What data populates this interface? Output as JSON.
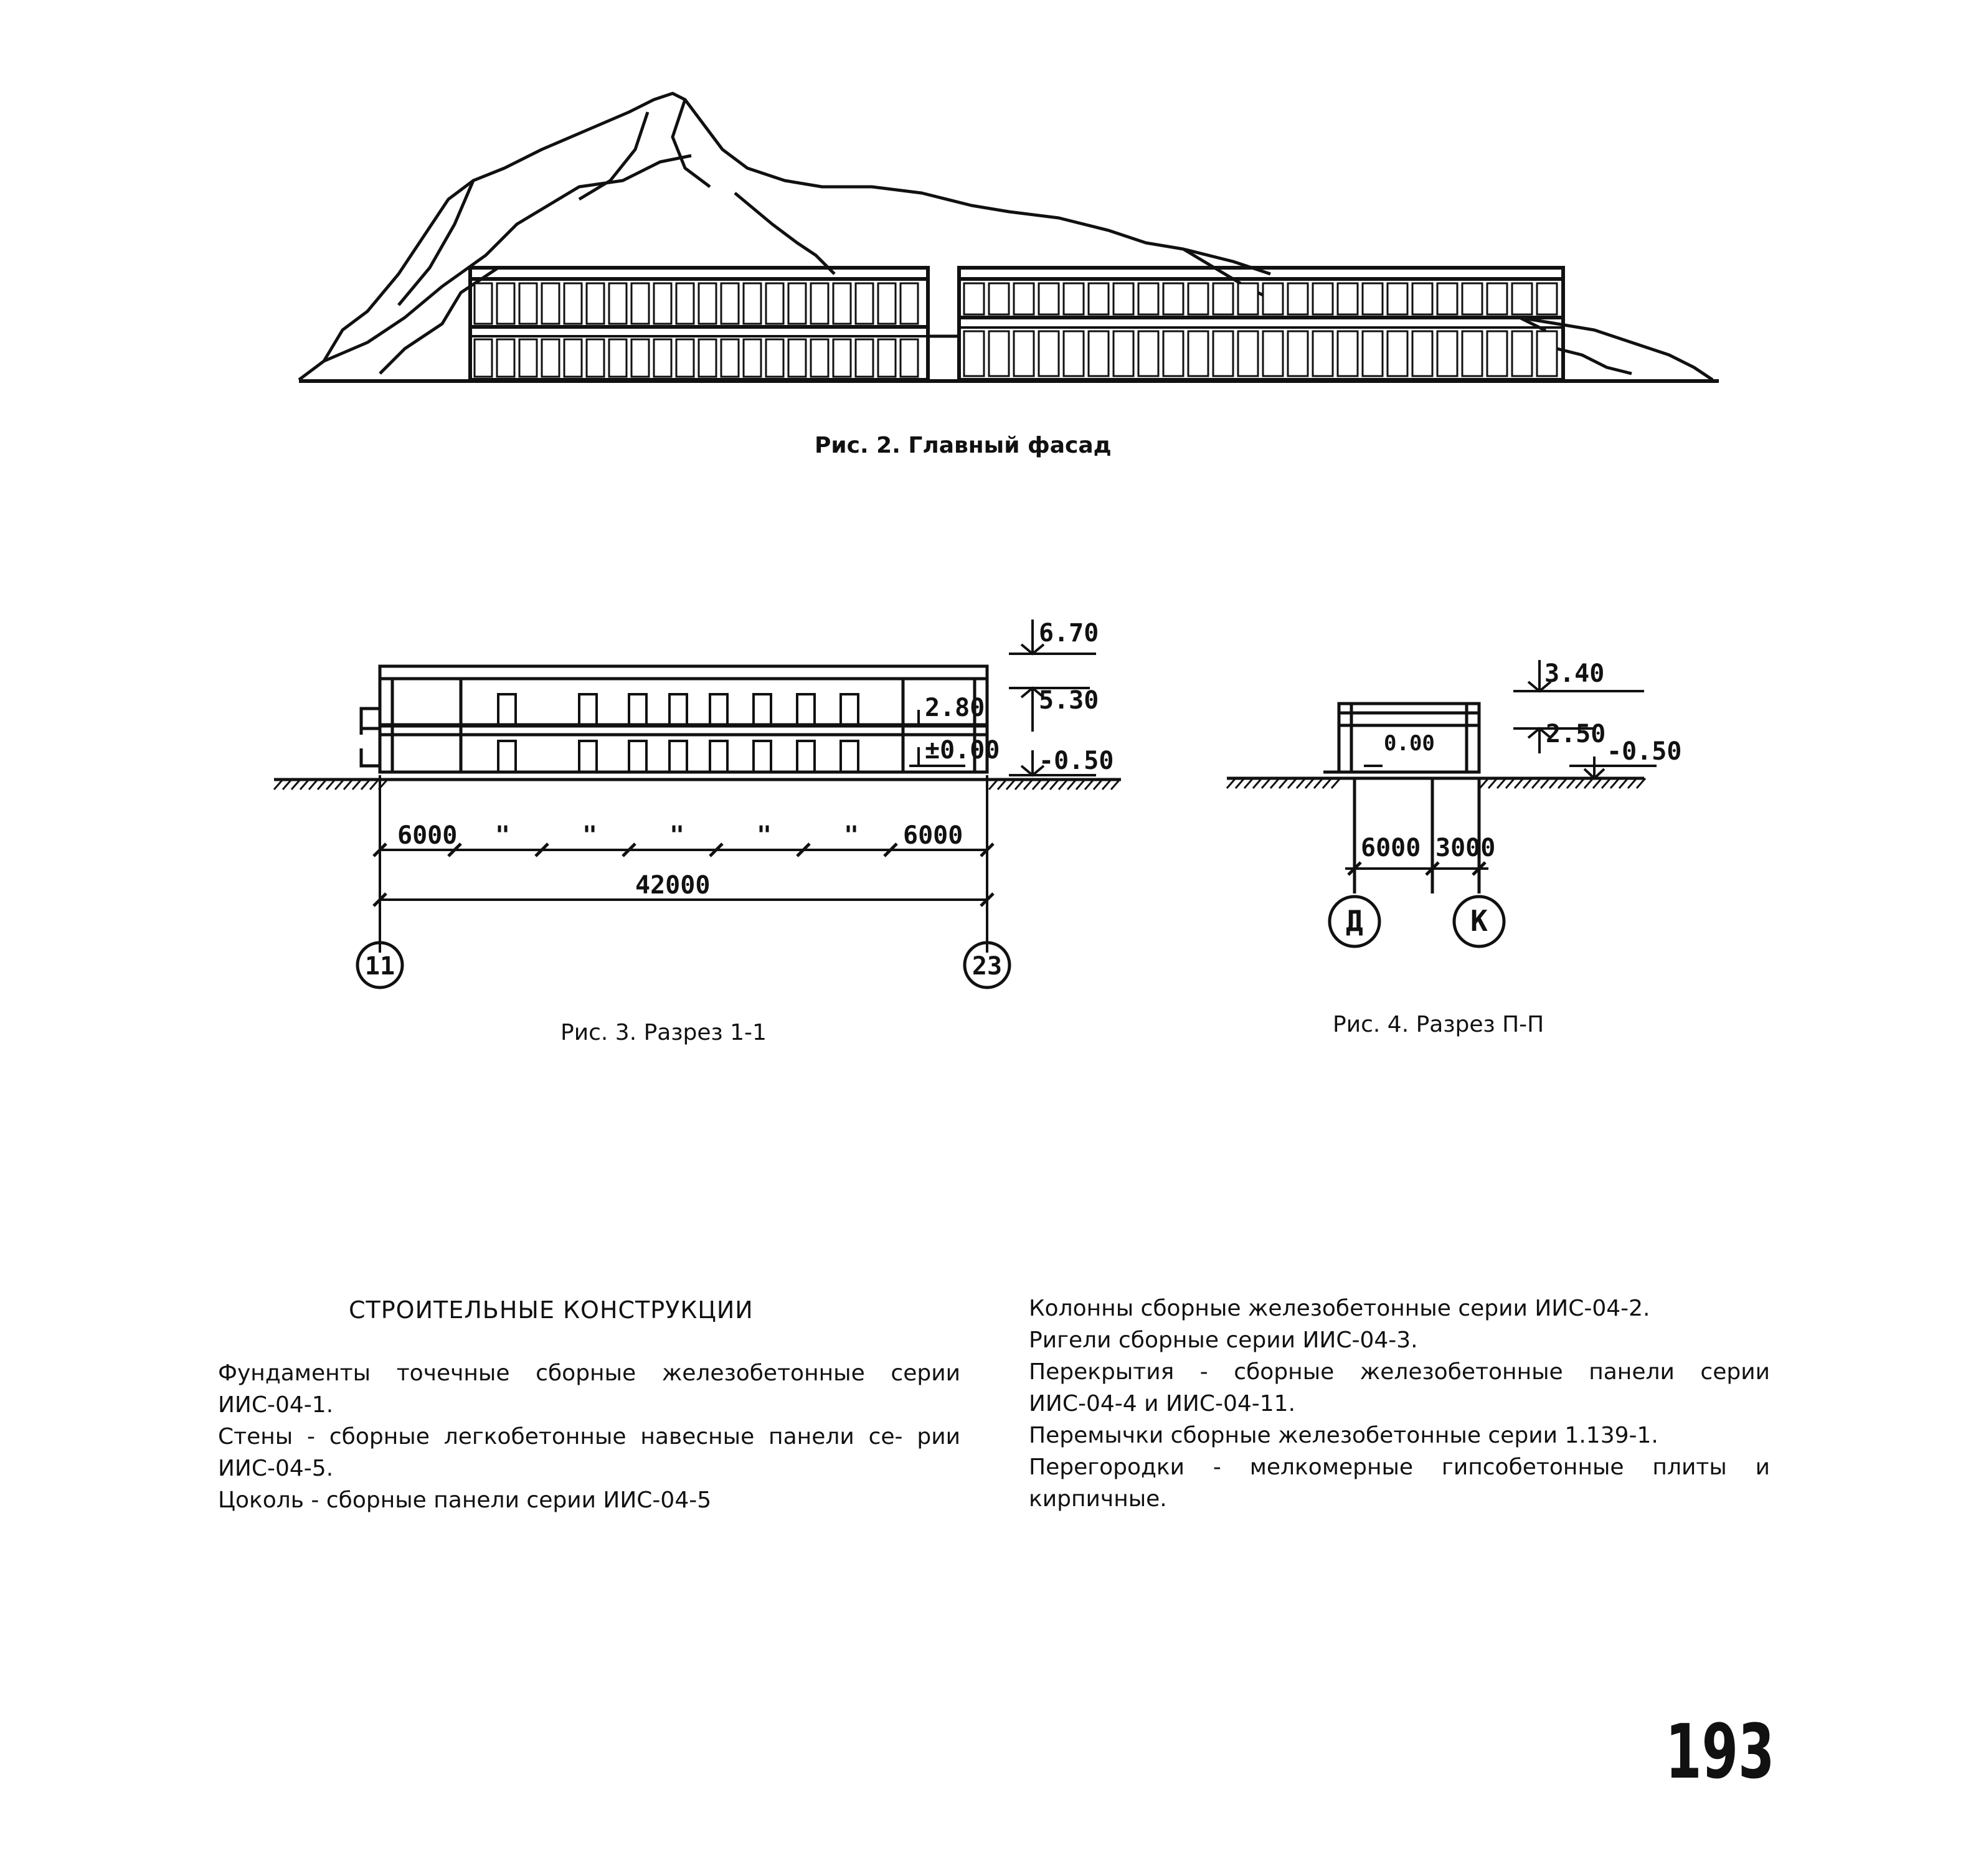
{
  "figures": {
    "fig2": {
      "caption": "Рис. 2. Главный фасад"
    },
    "fig3": {
      "caption": "Рис. 3. Разрез 1-1",
      "levels": [
        "6.70",
        "2.80",
        "5.30",
        "±0.00",
        "-0.50"
      ],
      "spans": [
        "6000",
        "\"",
        "\"",
        "\"",
        "\"",
        "\"",
        "6000"
      ],
      "total": "42000",
      "axes": [
        "11",
        "23"
      ]
    },
    "fig4": {
      "caption": "Рис. 4. Разрез П-П",
      "levels": [
        "3.40",
        "0.00",
        "2.50",
        "-0.50"
      ],
      "spans": [
        "6000",
        "3000"
      ],
      "axes": [
        "Д",
        "К"
      ]
    }
  },
  "section": {
    "heading": "СТРОИТЕЛЬНЫЕ КОНСТРУКЦИИ",
    "left": [
      "Фундаменты точечные сборные железобетонные серии ИИС-04-1.",
      "Стены - сборные легкобетонные навесные панели се- рии ИИС-04-5.",
      "Цоколь - сборные панели серии ИИС-04-5"
    ],
    "right": [
      "Колонны сборные железобетонные серии ИИС-04-2.",
      "Ригели сборные серии ИИС-04-3.",
      "Перекрытия - сборные железобетонные панели серии ИИС-04-4 и ИИС-04-11.",
      "Перемычки сборные железобетонные серии 1.139-1.",
      "Перегородки - мелкомерные гипсобетонные плиты и кирпичные."
    ]
  },
  "page_number": "193"
}
